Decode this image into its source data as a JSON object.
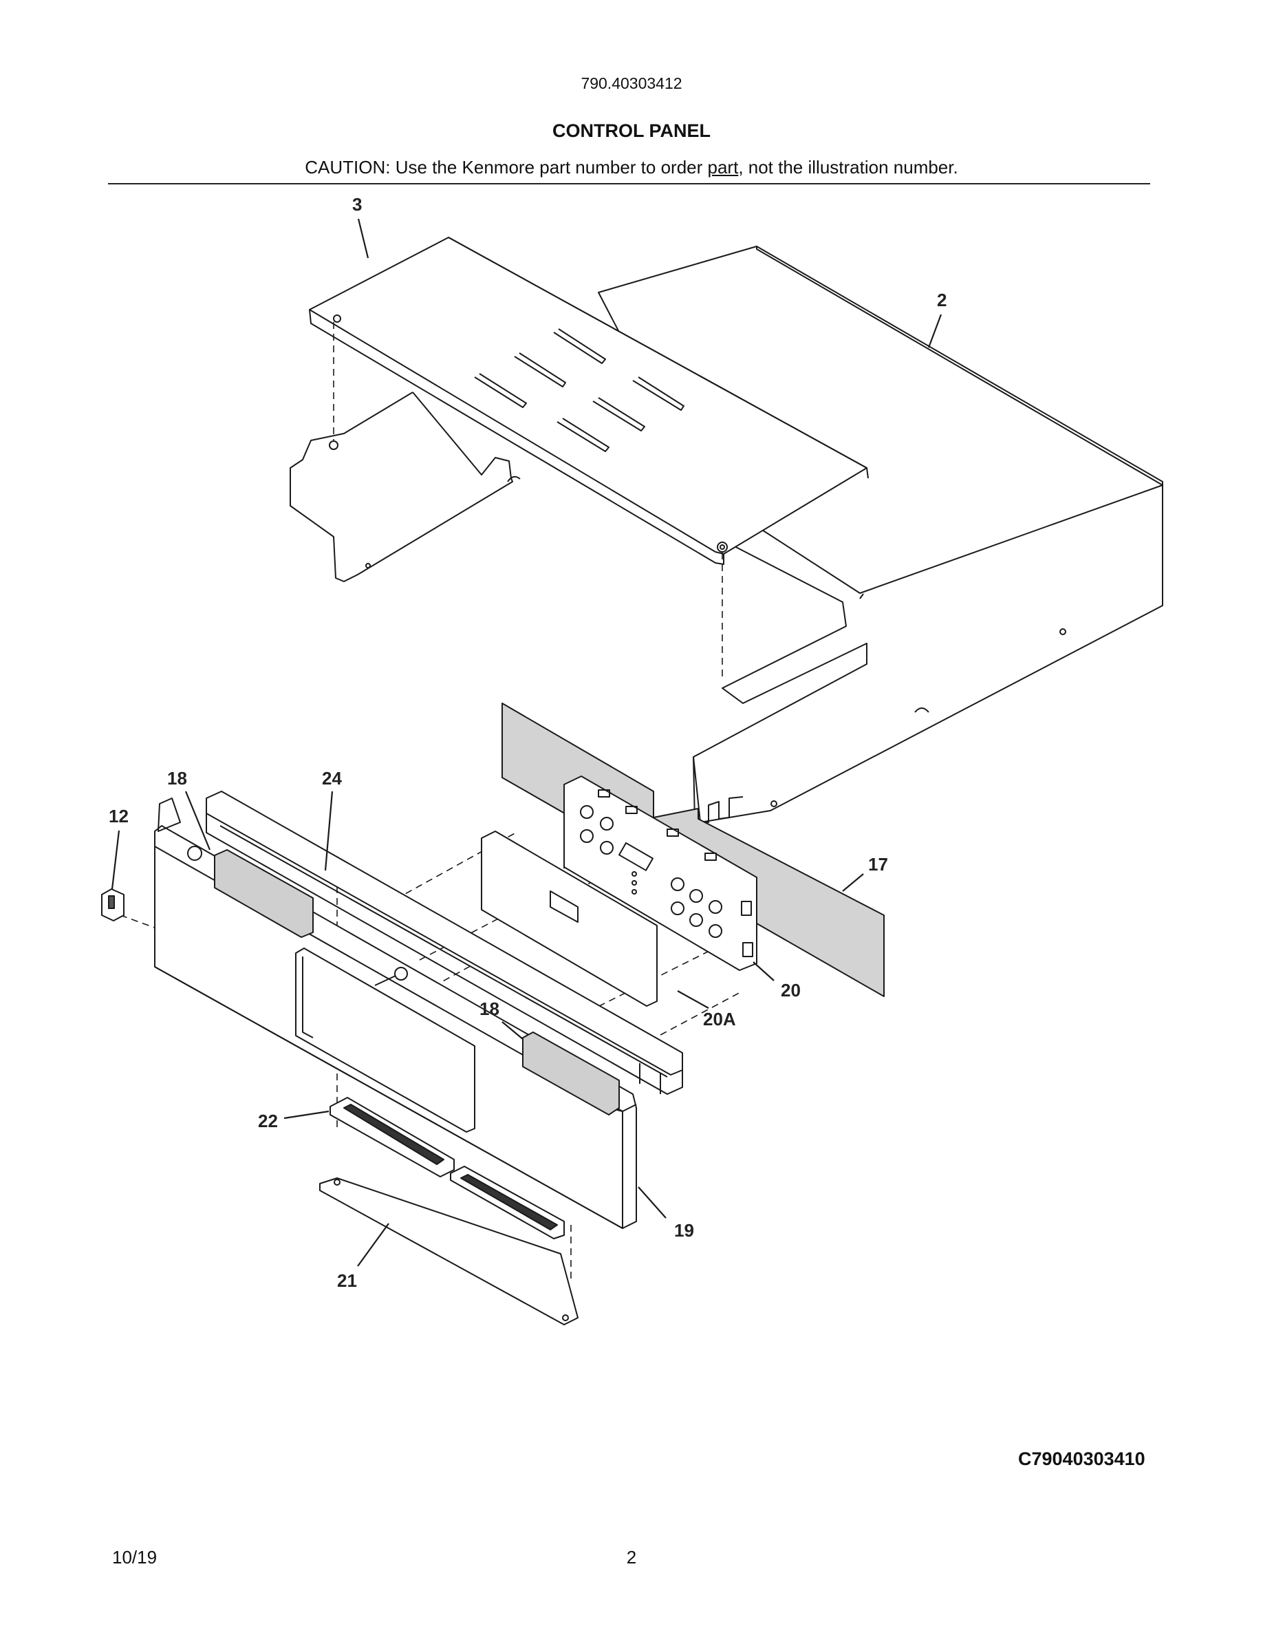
{
  "header": {
    "model_number": "790.40303412",
    "title": "CONTROL PANEL",
    "caution_prefix": "CAUTION: Use the Kenmore part number to order ",
    "caution_underlined": "part",
    "caution_suffix": ", not the illustration number."
  },
  "callouts": {
    "c3": "3",
    "c2": "2",
    "c18a": "18",
    "c24": "24",
    "c12": "12",
    "c17": "17",
    "c20": "20",
    "c20A": "20A",
    "c18b": "18",
    "c22": "22",
    "c19": "19",
    "c21": "21"
  },
  "footer": {
    "diagram_code": "C79040303410",
    "date": "10/19",
    "page_number": "2"
  }
}
